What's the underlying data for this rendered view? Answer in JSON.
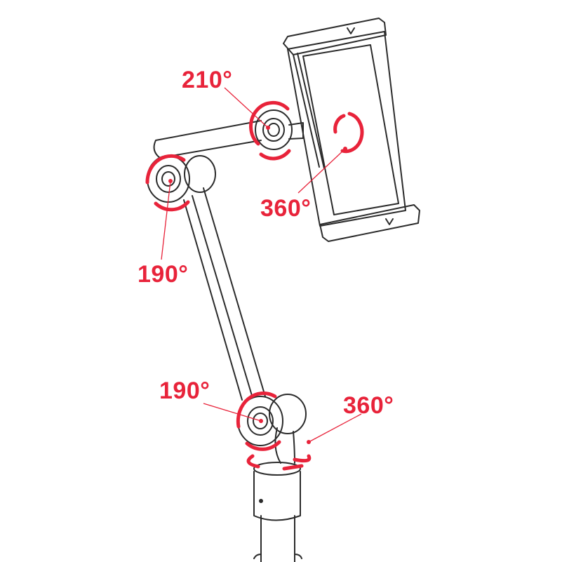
{
  "labels": {
    "phone_clamp_joint": "210°",
    "phone_rotation": "360°",
    "upper_elbow": "190°",
    "lower_elbow": "190°",
    "base_rotation": "360°"
  },
  "colors": {
    "accent": "#e8233a",
    "line": "#2b2b2b"
  }
}
